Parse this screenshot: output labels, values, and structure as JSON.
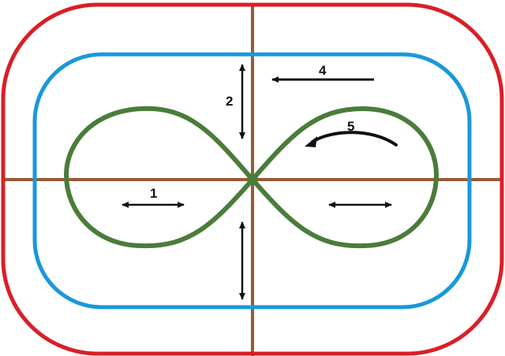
{
  "diagram": {
    "colors": {
      "outer_track": "#d91f26",
      "inner_track": "#1a98d9",
      "figure_eight": "#4a7c3a",
      "axes": "#9a5a33",
      "arrows": "#111111"
    },
    "labels": {
      "l1": "1",
      "l2": "2",
      "l4": "4",
      "l5": "5"
    }
  }
}
